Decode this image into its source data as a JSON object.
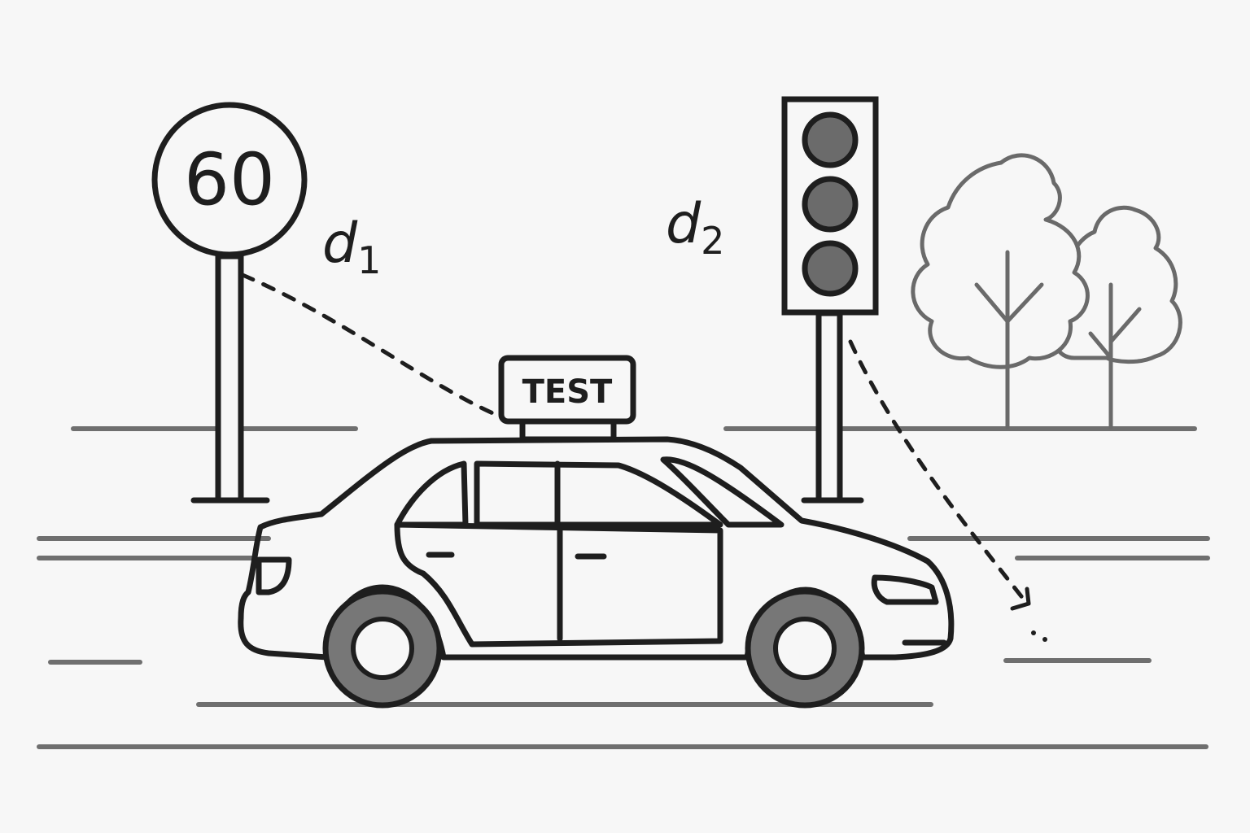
{
  "speed_sign": {
    "value": "60"
  },
  "car": {
    "roof_sign": "TEST"
  },
  "distance_labels": [
    {
      "base": "d",
      "subscript": "1"
    },
    {
      "base": "d",
      "subscript": "2"
    }
  ],
  "colors": {
    "ink": "#1e1e1e",
    "road": "#6f6f6f",
    "wheel": "#777777",
    "light": "#6b6b6b",
    "background": "#f7f7f7"
  }
}
